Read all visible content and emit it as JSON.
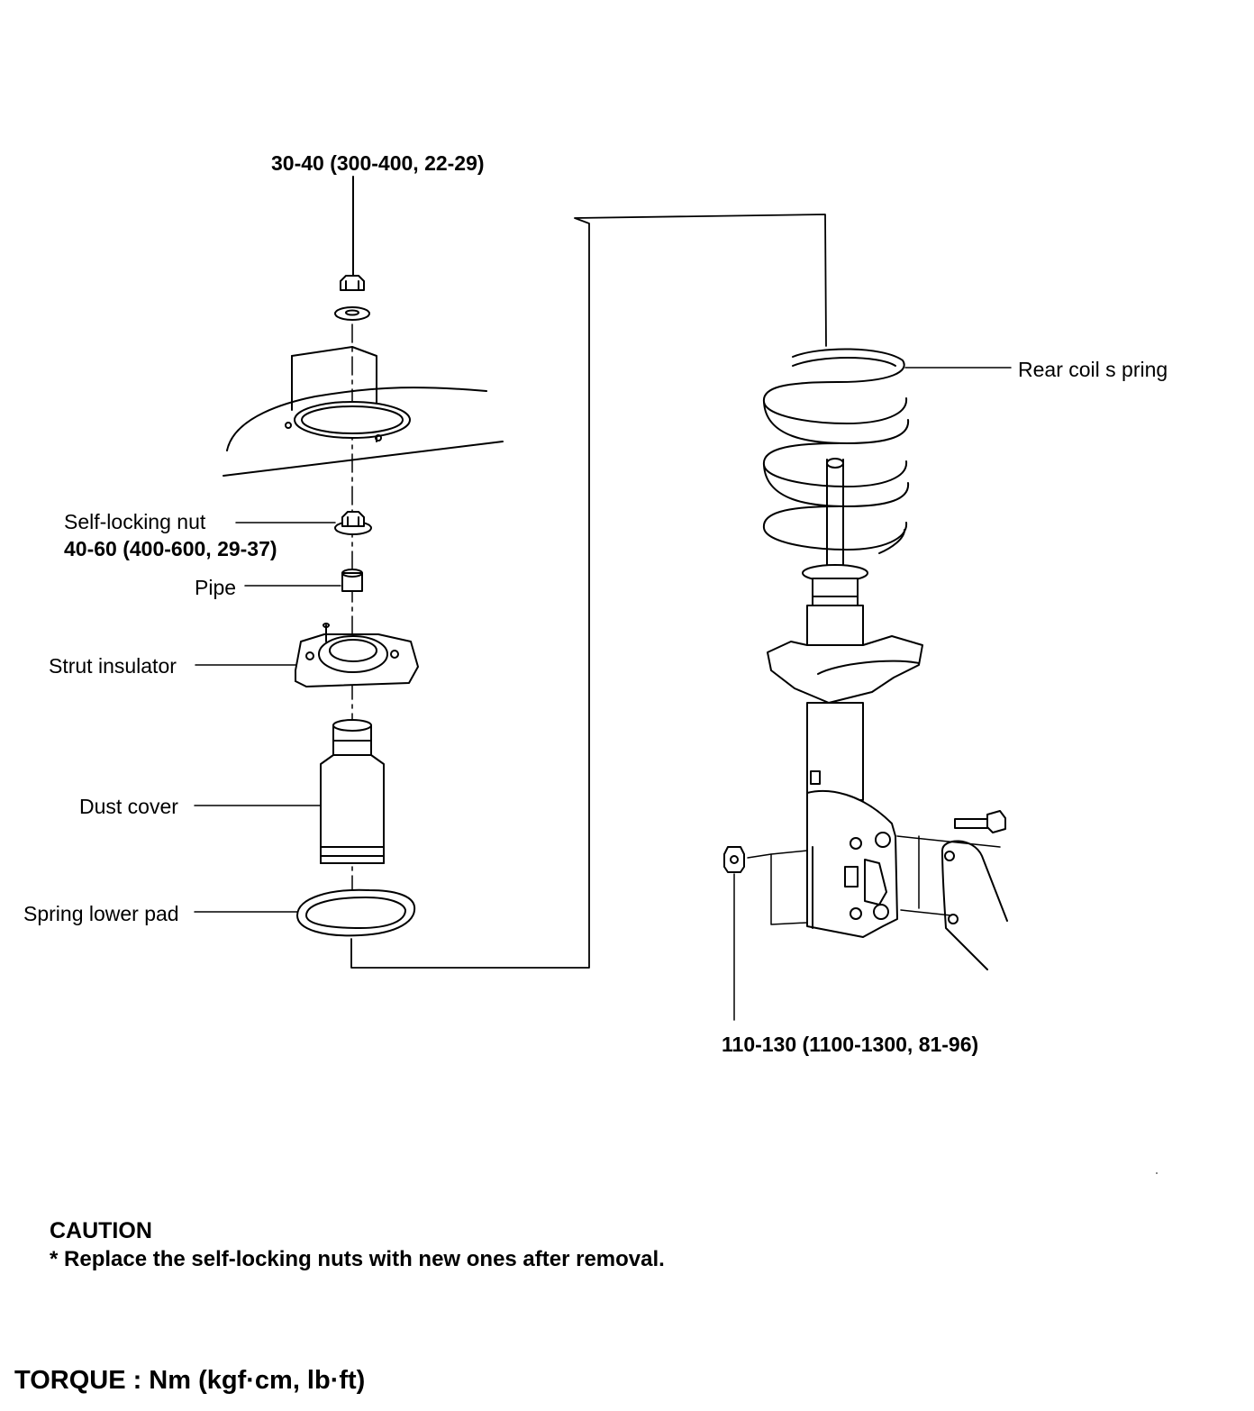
{
  "torques": {
    "top_nut": "30-40 (300-400, 22-29)",
    "self_locking_nut": "40-60 (400-600, 29-37)",
    "knuckle_bolts": "110-130 (1100-1300, 81-96)"
  },
  "parts": {
    "self_locking_nut": "Self-locking nut",
    "pipe": "Pipe",
    "strut_insulator": "Strut insulator",
    "dust_cover": "Dust cover",
    "spring_lower_pad": "Spring lower pad",
    "rear_coil_spring": "Rear coil s pring"
  },
  "caution": {
    "title": "CAUTION",
    "text": "* Replace the self-locking nuts with new ones after removal."
  },
  "footer": {
    "torque_units": "TORQUE : Nm (kgf·cm, lb·ft)"
  }
}
